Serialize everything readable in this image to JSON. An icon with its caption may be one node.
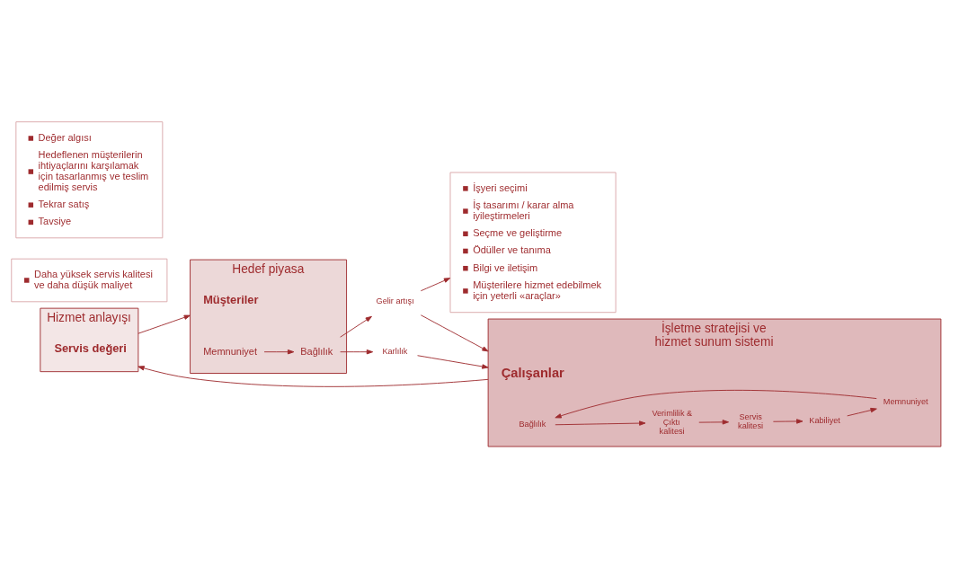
{
  "diagram": {
    "nodes": [
      {
        "text": [
          "İşletme stratejisi ve hizmet sunum sistemi"
        ]
      },
      {
        "text": [
          "Çalışanlar"
        ],
        "in": 0
      },
      {
        "text": [
          "Bağlılık"
        ],
        "in": 0
      },
      {
        "text": [
          "Verimlilik & Çıktı kalitesi"
        ],
        "in": 0
      },
      {
        "text": [
          "Servis kalitesi"
        ],
        "in": 0
      },
      {
        "text": [
          "Kabiliyet"
        ],
        "in": 0
      },
      {
        "text": [
          "Memnuniyet"
        ],
        "in": 0
      },
      {
        "text": [
          "Hizmet anlayışı"
        ]
      },
      {
        "text": [
          "Servis değeri"
        ],
        "in": 7
      },
      {
        "text": [
          "Hedef piyasa"
        ]
      },
      {
        "text": [
          "Müşteriler"
        ],
        "in": 9
      },
      {
        "text": [
          "Memnuniyet"
        ],
        "in": 9
      },
      {
        "text": [
          "Bağlılık"
        ],
        "in": 9
      },
      {
        "text": [
          "Gelir artışı"
        ]
      },
      {
        "text": [
          "Karlılık"
        ]
      },
      {
        "text": [
          "İşyeri seçimi",
          "İş tasarımı / karar alma iyileştirmeleri",
          "Seçme ve geliştirme",
          "Ödüller ve tanıma",
          "Bilgi ve iletişim",
          "Müşterilere hizmet edebilmek için yeterli «araçlar»"
        ]
      },
      {
        "text": [
          "Daha yüksek servis kalitesi ve daha düşük maliyet"
        ]
      },
      {
        "text": [
          "Değer algısı",
          "Hedeflenen müşterilerin ihtiyaçlarını karşılamak için tasarlanmış ve teslim edilmiş servis",
          "Tekrar satış",
          "Tavsiye"
        ]
      }
    ],
    "edges": [
      {
        "from": 2,
        "to": 3,
        "arrow": "to"
      },
      {
        "from": 3,
        "to": 4,
        "arrow": "to"
      },
      {
        "from": 4,
        "to": 5,
        "arrow": "to"
      },
      {
        "from": 5,
        "to": 6,
        "arrow": "to"
      },
      {
        "from": 6,
        "to": 2,
        "arrow": "to"
      },
      {
        "from": 0,
        "to": 7,
        "arrow": "to"
      },
      {
        "from": 7,
        "to": 9,
        "arrow": "to"
      },
      {
        "from": 11,
        "to": 12,
        "arrow": "to"
      },
      {
        "from": 12,
        "to": 13,
        "arrow": "to"
      },
      {
        "from": 12,
        "to": 14,
        "arrow": "to"
      },
      {
        "from": 13,
        "to": 15,
        "arrow": "to"
      },
      {
        "from": 13,
        "to": 0,
        "arrow": "to"
      },
      {
        "from": 14,
        "to": 0,
        "arrow": "to"
      }
    ]
  }
}
